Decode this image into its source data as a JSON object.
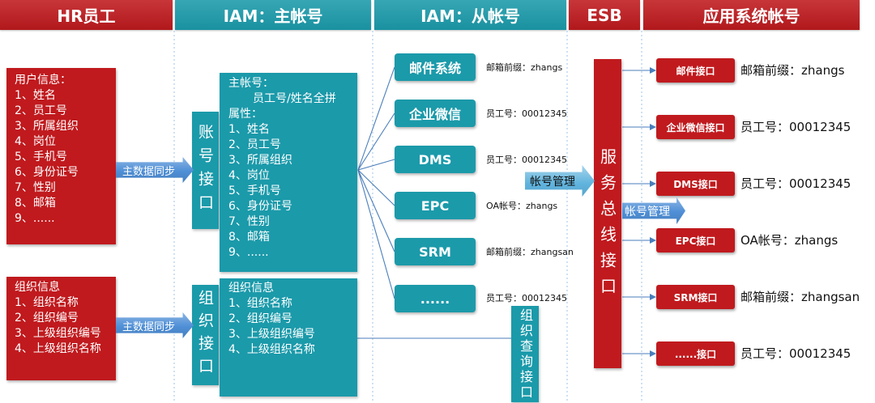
{
  "colors": {
    "red": "#c01a1e",
    "teal": "#1b9aaa",
    "arrow": "#4f8fd6",
    "connector": "#4a7ebb",
    "divider": "#9dc3e6"
  },
  "headers": {
    "hr": "HR员工",
    "iam_master": "IAM：主帐号",
    "iam_sub": "IAM：从帐号",
    "esb": "ESB",
    "apps": "应用系统帐号"
  },
  "hr": {
    "user_info": {
      "title": "用户信息：",
      "items": [
        "1、姓名",
        "2、员工号",
        "3、所属组织",
        "4、岗位",
        "5、手机号",
        "6、身份证号",
        "7、性别",
        "8、邮箱",
        "9、......"
      ]
    },
    "org_info": {
      "title": "组织信息",
      "items": [
        "1、组织名称",
        "2、组织编号",
        "3、上级组织编号",
        "4、上级组织名称"
      ]
    }
  },
  "sync": {
    "user_label": "主数据同步",
    "org_label": "主数据同步"
  },
  "iam_master": {
    "account_interface": "账号接口",
    "account": {
      "title": "主帐号：",
      "key": "员工号/姓名全拼",
      "attr_title": "属性：",
      "items": [
        "1、姓名",
        "2、员工号",
        "3、所属组织",
        "4、岗位",
        "5、手机号",
        "6、身份证号",
        "7、性别",
        "8、邮箱",
        "9、......"
      ]
    },
    "org_interface": "组织接口",
    "org": {
      "title": "组织信息",
      "items": [
        "1、组织名称",
        "2、组织编号",
        "3、上级组织编号",
        "4、上级组织名称"
      ]
    }
  },
  "iam_sub": {
    "systems": [
      {
        "label": "邮件系统",
        "account": "邮箱前缀：zhangs"
      },
      {
        "label": "企业微信",
        "account": "员工号：00012345"
      },
      {
        "label": "DMS",
        "account": "员工号：00012345"
      },
      {
        "label": "EPC",
        "account": "OA帐号：zhangs"
      },
      {
        "label": "SRM",
        "account": "邮箱前缀：zhangsan"
      },
      {
        "label": "......",
        "account": "员工号：00012345"
      }
    ],
    "org_query_interface": "组织查询接口",
    "account_management": "帐号管理"
  },
  "esb": {
    "bus_interface": "服务总线接口",
    "account_management": "帐号管理"
  },
  "apps": [
    {
      "interface": "邮件接口",
      "account": "邮箱前缀：zhangs"
    },
    {
      "interface": "企业微信接口",
      "account": "员工号：00012345"
    },
    {
      "interface": "DMS接口",
      "account": "员工号：00012345"
    },
    {
      "interface": "EPC接口",
      "account": "OA帐号：zhangs"
    },
    {
      "interface": "SRM接口",
      "account": "邮箱前缀：zhangsan"
    },
    {
      "interface": "......接口",
      "account": "员工号：00012345"
    }
  ]
}
